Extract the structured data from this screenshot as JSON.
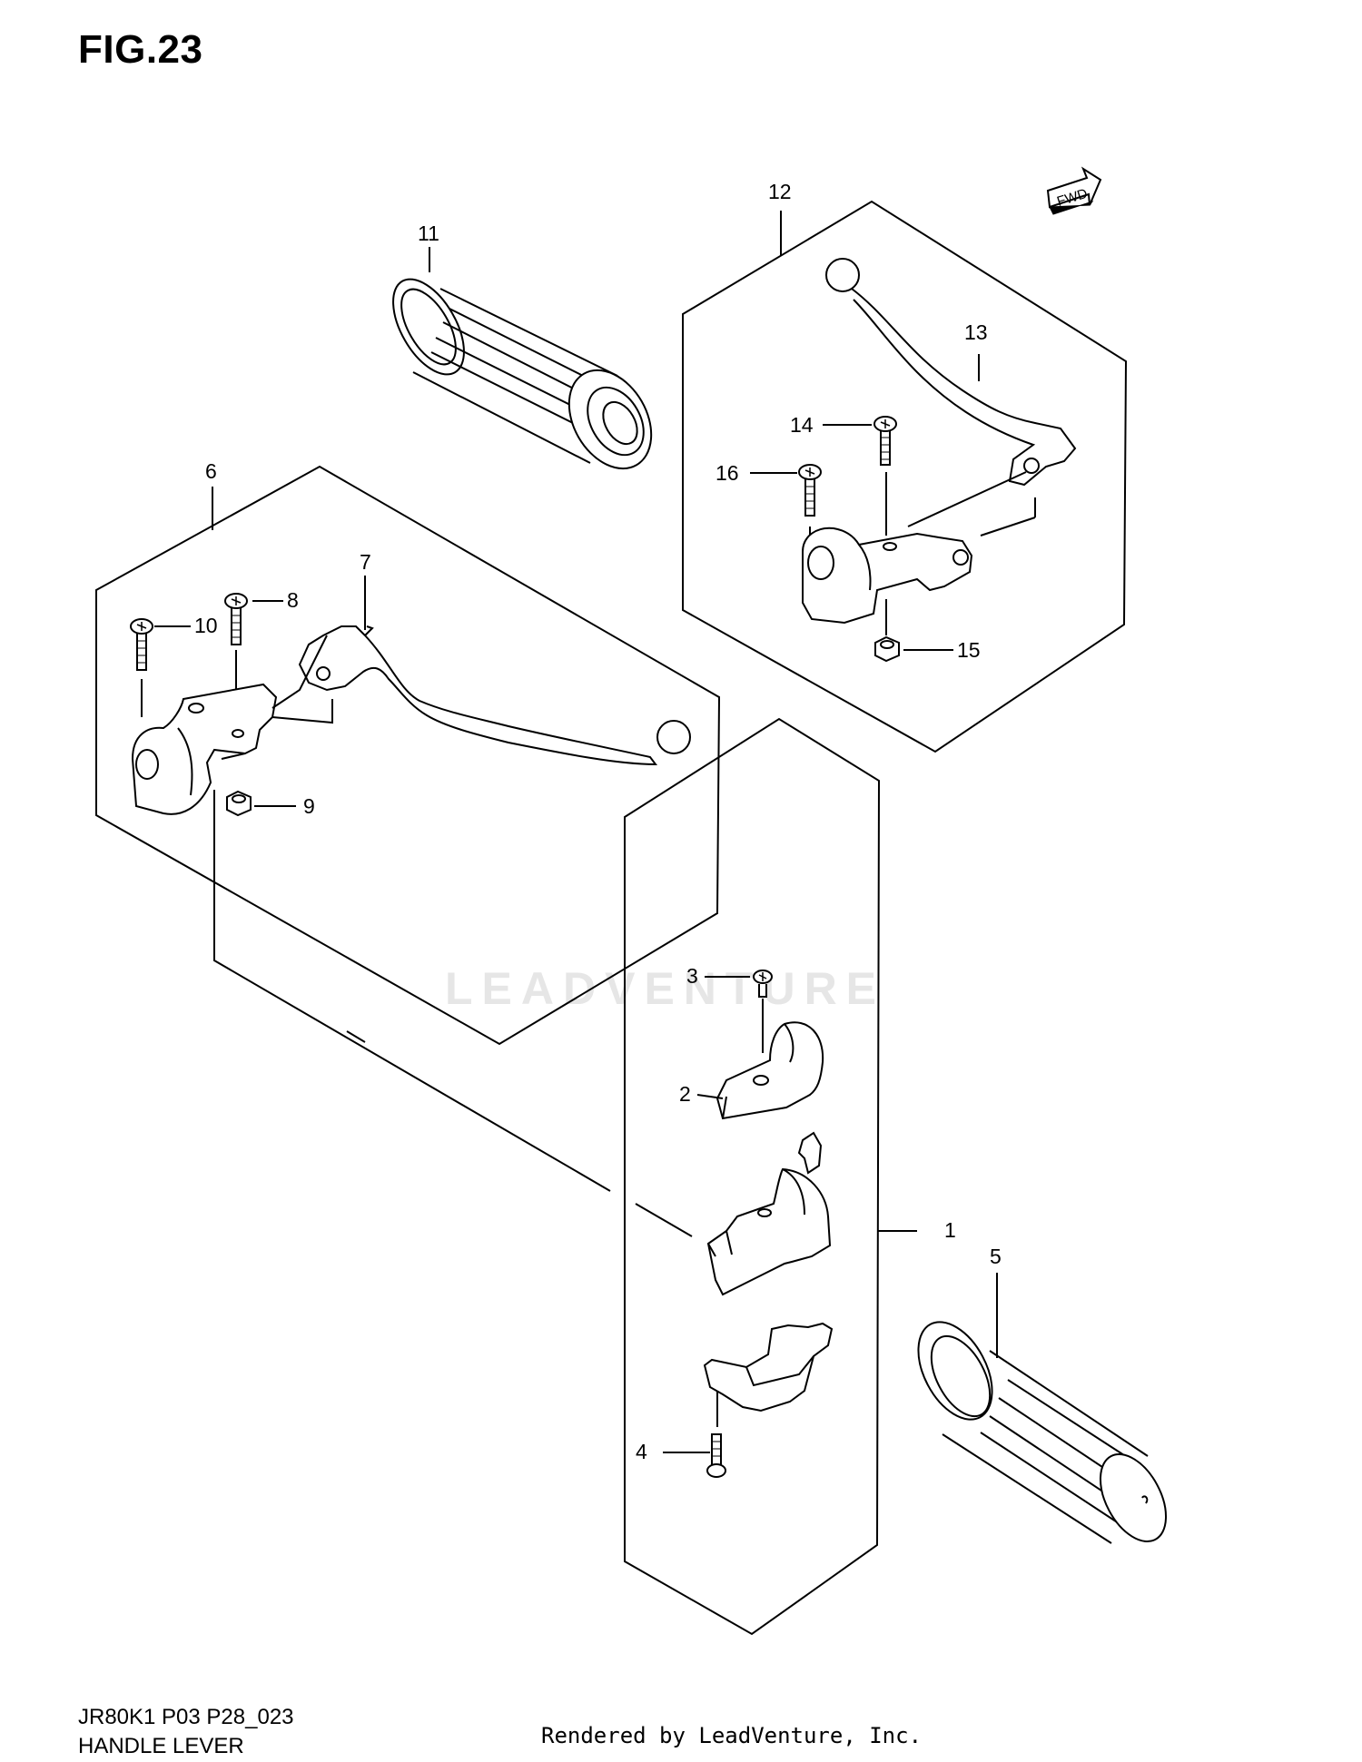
{
  "figure": {
    "title": "FIG.23",
    "direction_badge": "FWD"
  },
  "callouts": {
    "c1": "1",
    "c2": "2",
    "c3": "3",
    "c4": "4",
    "c5": "5",
    "c6": "6",
    "c7": "7",
    "c8": "8",
    "c9": "9",
    "c10": "10",
    "c11": "11",
    "c12": "12",
    "c13": "13",
    "c14": "14",
    "c15": "15",
    "c16": "16"
  },
  "footer": {
    "model_code": "JR80K1 P03 P28_023",
    "section_name": "HANDLE LEVER",
    "rendered_by": "Rendered by LeadVenture, Inc."
  },
  "watermark": {
    "text": "LEADVENTURE"
  },
  "colors": {
    "line": "#000000",
    "background": "#ffffff",
    "watermark": "#e6e6e6"
  }
}
